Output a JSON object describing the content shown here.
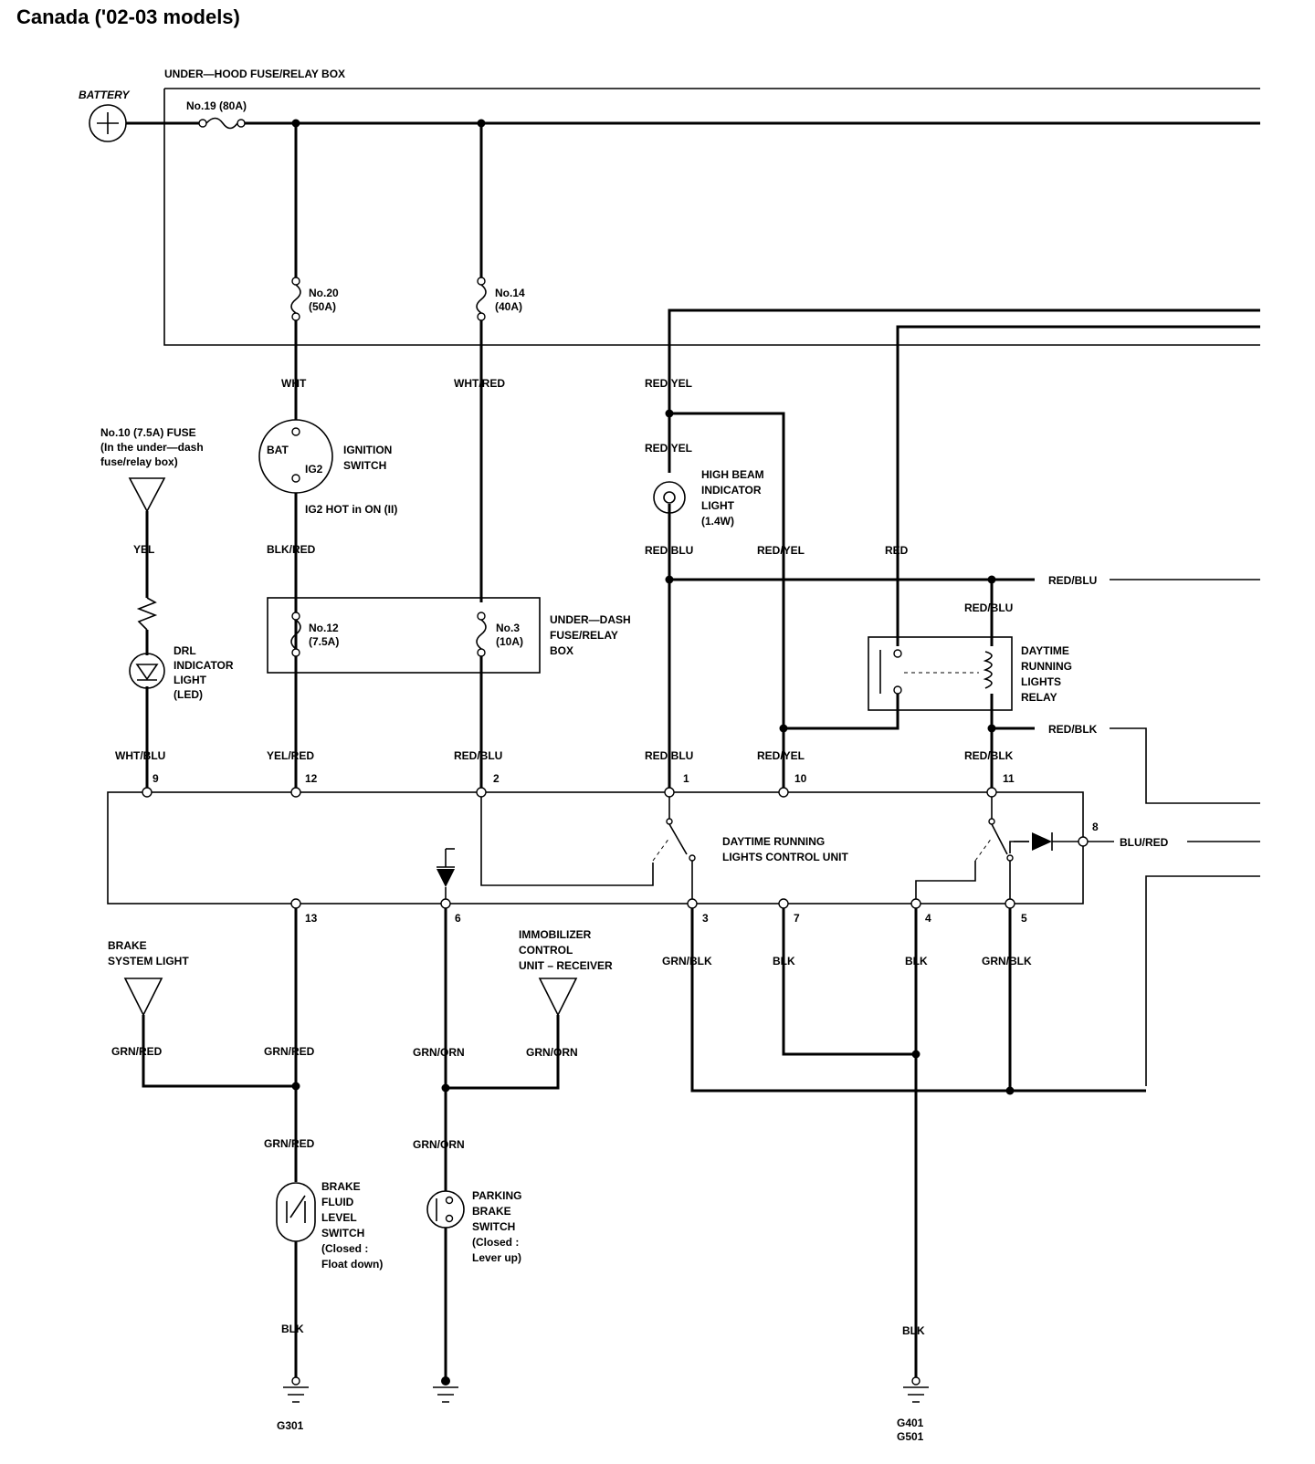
{
  "title": "Canada ('02-03 models)",
  "labels": {
    "under_hood_box": "UNDER—HOOD FUSE/RELAY BOX",
    "battery": "BATTERY",
    "fuse19": "No.19 (80A)",
    "fuse20": [
      "No.20",
      "(50A)"
    ],
    "fuse14": [
      "No.14",
      "(40A)"
    ],
    "fuse10": [
      "No.10 (7.5A) FUSE",
      "(In the under—dash",
      "fuse/relay box)"
    ],
    "ignition_switch": [
      "IGNITION",
      "SWITCH"
    ],
    "bat": "BAT",
    "ig2": "IG2",
    "ig2_hot": "IG2 HOT in ON (II)",
    "high_beam": [
      "HIGH BEAM",
      "INDICATOR",
      "LIGHT",
      "(1.4W)"
    ],
    "drl_indicator": [
      "DRL",
      "INDICATOR",
      "LIGHT",
      "(LED)"
    ],
    "fuse12": [
      "No.12",
      "(7.5A)"
    ],
    "fuse3": [
      "No.3",
      "(10A)"
    ],
    "under_dash_box": [
      "UNDER—DASH",
      "FUSE/RELAY",
      "BOX"
    ],
    "drl_relay": [
      "DAYTIME",
      "RUNNING",
      "LIGHTS",
      "RELAY"
    ],
    "control_unit": [
      "DAYTIME RUNNING",
      "LIGHTS CONTROL UNIT"
    ],
    "brake_light": [
      "BRAKE",
      "SYSTEM LIGHT"
    ],
    "immobilizer": [
      "IMMOBILIZER",
      "CONTROL",
      "UNIT – RECEIVER"
    ],
    "brake_fluid": [
      "BRAKE",
      "FLUID",
      "LEVEL",
      "SWITCH",
      "(Closed :",
      "Float down)"
    ],
    "parking_brake": [
      "PARKING",
      "BRAKE",
      "SWITCH",
      "(Closed :",
      "Lever up)"
    ],
    "g301": "G301",
    "g401": "G401",
    "g501": "G501"
  },
  "wires": {
    "wht": "WHT",
    "wht_red": "WHT/RED",
    "red_yel_1": "RED/YEL",
    "red_yel_2": "RED/YEL",
    "yel": "YEL",
    "blk_red": "BLK/RED",
    "red_blu_1": "RED/BLU",
    "red_yel_3": "RED/YEL",
    "red": "RED",
    "red_blu_bus": "RED/BLU",
    "red_blu_relay": "RED/BLU",
    "red_blk_relay": "RED/BLK",
    "wht_blu": "WHT/BLU",
    "yel_red": "YEL/RED",
    "red_blu_2": "RED/BLU",
    "red_blu_3": "RED/BLU",
    "red_yel_4": "RED/YEL",
    "red_blk": "RED/BLK",
    "blu_red": "BLU/RED",
    "grn_blk_1": "GRN/BLK",
    "blk_1": "BLK",
    "blk_2": "BLK",
    "grn_blk_2": "GRN/BLK",
    "grn_red_1": "GRN/RED",
    "grn_red_2": "GRN/RED",
    "grn_orn_1": "GRN/ORN",
    "grn_orn_2": "GRN/ORN",
    "grn_red_3": "GRN/RED",
    "grn_orn_3": "GRN/ORN",
    "blk_g301": "BLK",
    "blk_g401": "BLK"
  },
  "pins": {
    "p9": "9",
    "p12": "12",
    "p2": "2",
    "p1": "1",
    "p10": "10",
    "p11": "11",
    "p8": "8",
    "p13": "13",
    "p6": "6",
    "p3": "3",
    "p7": "7",
    "p4": "4",
    "p5": "5"
  }
}
